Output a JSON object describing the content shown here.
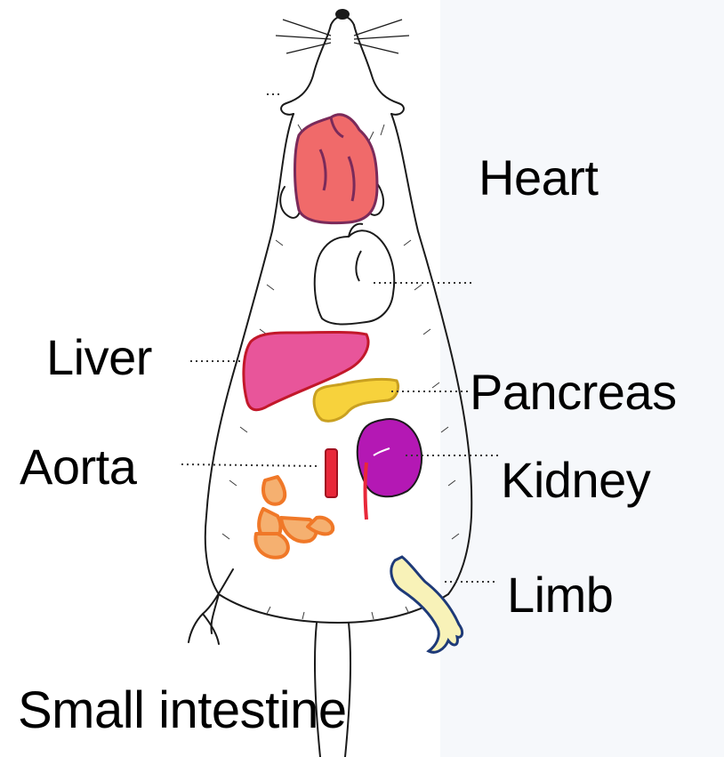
{
  "labels": {
    "heart": "Heart",
    "liver": "Liver",
    "pancreas": "Pancreas",
    "aorta": "Aorta",
    "kidney": "Kidney",
    "limb": "Limb",
    "small_intestine": "Small intestine"
  },
  "colors": {
    "heart": "#f06a6a",
    "liver": "#e8559a",
    "pancreas": "#f7d23c",
    "aorta": "#e8283a",
    "kidney": "#b418b4",
    "intestine": "#f5a050",
    "limb": "#f8f2b8",
    "outline": "#1a1a1a"
  }
}
